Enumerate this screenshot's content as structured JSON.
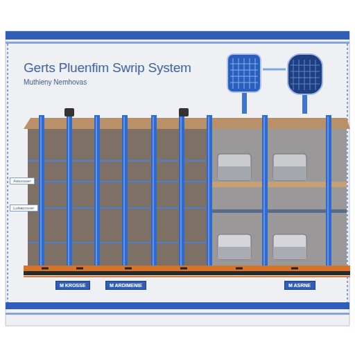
{
  "diagram": {
    "title": "Gerts Pluenfim Swrip System",
    "nodes": [
      {
        "text": [
          "Asiorooer"
        ]
      },
      {
        "text": [
          "Lubacmoer"
        ]
      },
      {
        "text": [
          "M KROSSE"
        ]
      },
      {
        "text": [
          "M ARDIMENIE"
        ]
      },
      {
        "text": [
          "M ASRNE"
        ]
      }
    ],
    "labels": [
      "Muthieny Nemhovas"
    ]
  }
}
